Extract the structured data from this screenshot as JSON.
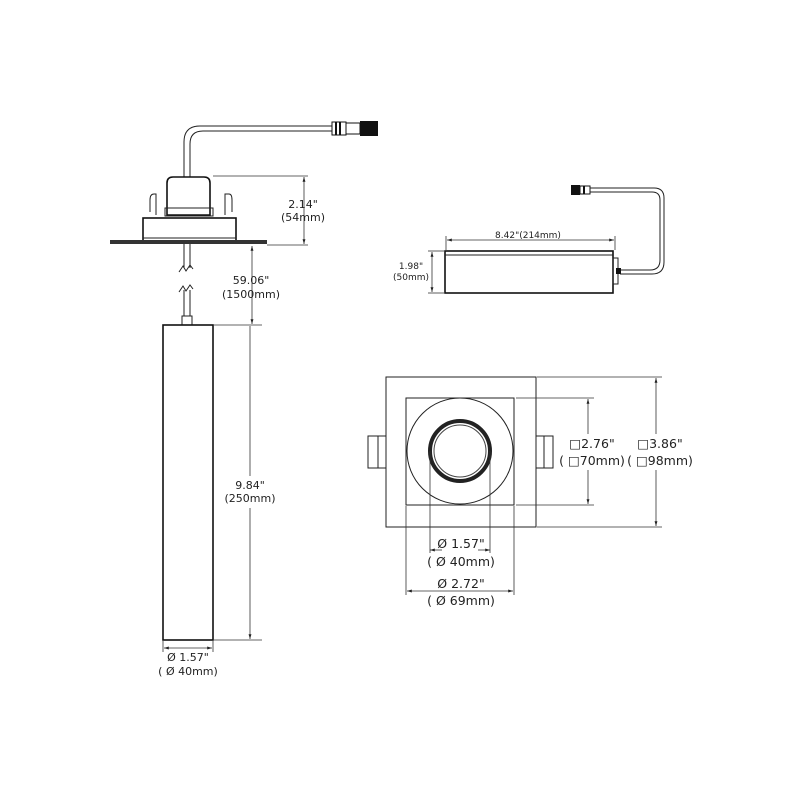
{
  "side_view": {
    "housing_height": {
      "imperial": "2.14\"",
      "metric": "(54mm)"
    },
    "cable_length": {
      "imperial": "59.06\"",
      "metric": "(1500mm)"
    },
    "body_length": {
      "imperial": "9.84\"",
      "metric": "(250mm)"
    },
    "body_diameter": {
      "imperial": "Ø 1.57\"",
      "metric": "( Ø 40mm)"
    }
  },
  "driver_view": {
    "length": "8.42\"(214mm)",
    "height": {
      "imperial": "1.98\"",
      "metric": "(50mm)"
    }
  },
  "bottom_view": {
    "inner_square": {
      "imperial": "□2.76\"",
      "metric": "( □70mm)"
    },
    "outer_square": {
      "imperial": "□3.86\"",
      "metric": "( □98mm)"
    },
    "aperture": {
      "imperial": "Ø 1.57\"",
      "metric": "( Ø 40mm)"
    },
    "trim_diameter": {
      "imperial": "Ø 2.72\"",
      "metric": "( Ø 69mm)"
    }
  }
}
